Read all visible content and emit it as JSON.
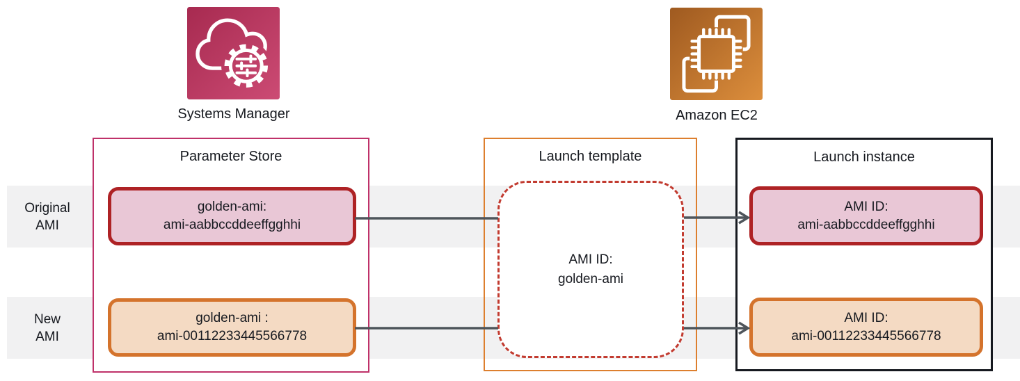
{
  "services": [
    {
      "label": "Systems Manager"
    },
    {
      "label": "Amazon EC2"
    }
  ],
  "rows": [
    {
      "line1": "Original",
      "line2": "AMI"
    },
    {
      "line1": "New",
      "line2": "AMI"
    }
  ],
  "columns": {
    "parameter_store": {
      "title": "Parameter Store",
      "items": [
        {
          "line1": "golden-ami:",
          "line2": "ami-aabbccddeeffgghhi"
        },
        {
          "line1": "golden-ami :",
          "line2": "ami-00112233445566778"
        }
      ]
    },
    "launch_template": {
      "title": "Launch template",
      "content": {
        "line1": "AMI ID:",
        "line2": "golden-ami"
      }
    },
    "launch_instance": {
      "title": "Launch instance",
      "items": [
        {
          "line1": "AMI ID:",
          "line2": "ami-aabbccddeeffgghhi"
        },
        {
          "line1": "AMI ID:",
          "line2": "ami-00112233445566778"
        }
      ]
    }
  },
  "colors": {
    "row_band": "#f1f1f2",
    "parameter_store_border": "#bf3169",
    "launch_template_border": "#dd7f2e",
    "launch_instance_border": "#16191f",
    "original_ami_border": "#ae2225",
    "original_ami_fill": "#e9c7d6",
    "new_ami_border": "#d4732c",
    "new_ami_fill": "#f4dac3",
    "template_dashed_border": "#c23b30",
    "connector": "#4e555b",
    "systems_manager_gradient_start": "#a72a50",
    "systems_manager_gradient_end": "#cc4b74",
    "ec2_gradient_start": "#9f5a20",
    "ec2_gradient_end": "#dc8e3c"
  }
}
